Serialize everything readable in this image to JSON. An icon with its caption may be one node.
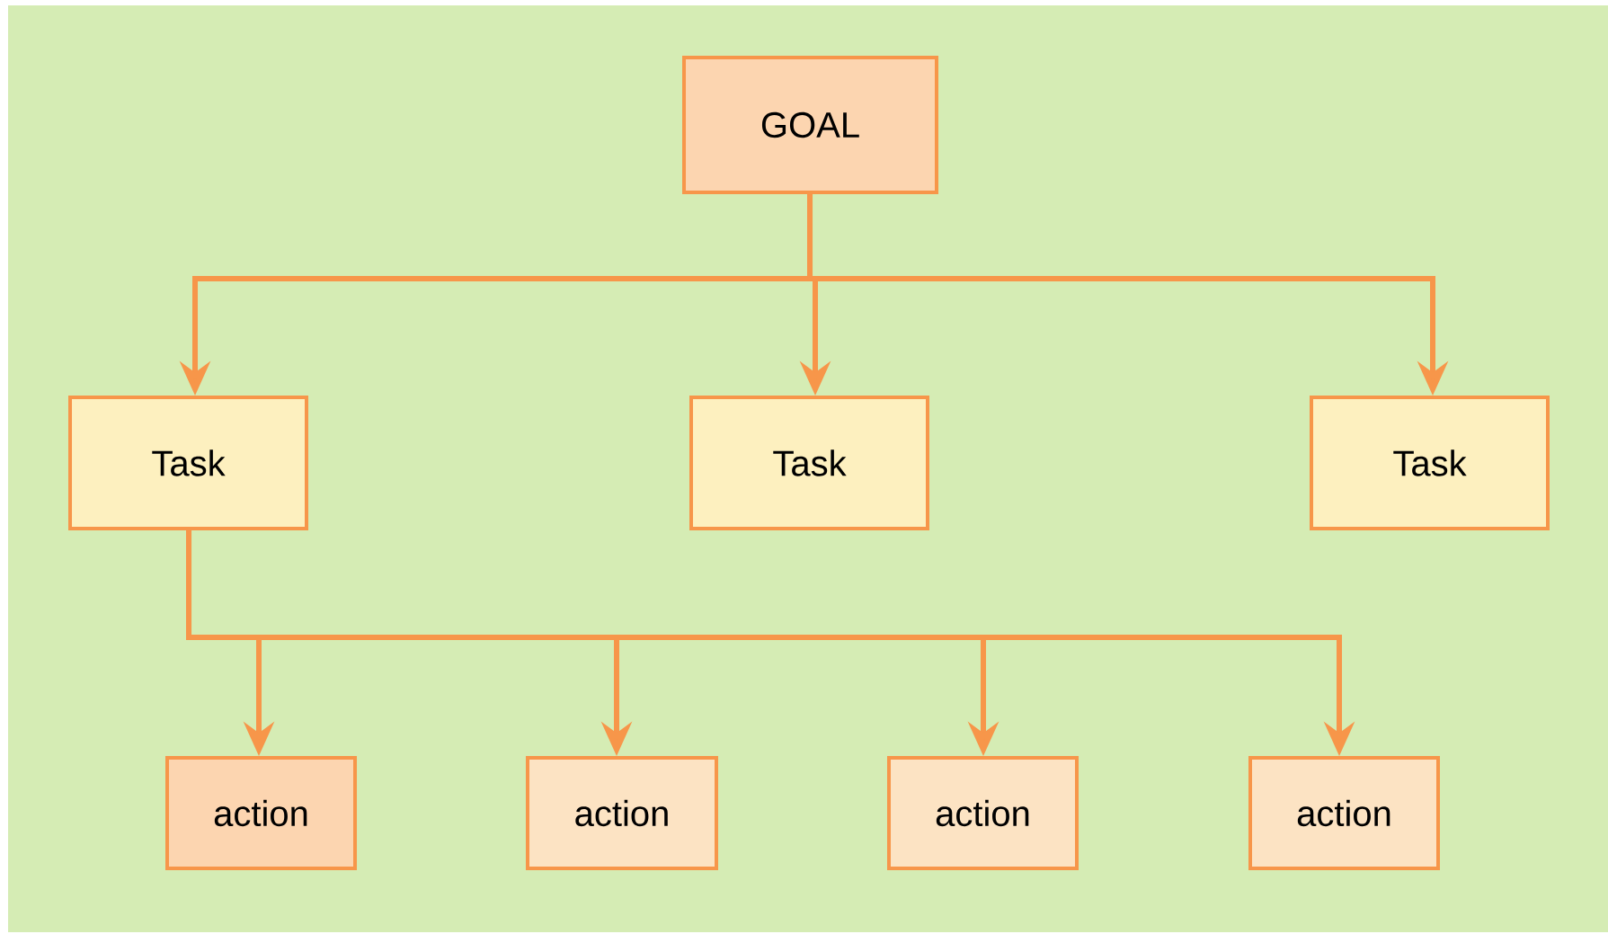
{
  "diagram": {
    "nodes": [
      {
        "text": [
          "GOAL"
        ]
      },
      {
        "text": [
          "Task"
        ]
      },
      {
        "text": [
          "Task"
        ]
      },
      {
        "text": [
          "Task"
        ]
      },
      {
        "text": [
          "action"
        ]
      },
      {
        "text": [
          "action"
        ]
      },
      {
        "text": [
          "action"
        ]
      },
      {
        "text": [
          "action"
        ]
      }
    ],
    "edges": [
      {
        "from": 0,
        "to": 1,
        "arrow": "to"
      },
      {
        "from": 0,
        "to": 2,
        "arrow": "to"
      },
      {
        "from": 0,
        "to": 3,
        "arrow": "to"
      },
      {
        "from": 1,
        "to": 4,
        "arrow": "to"
      },
      {
        "from": 1,
        "to": 5,
        "arrow": "to"
      },
      {
        "from": 1,
        "to": 6,
        "arrow": "to"
      },
      {
        "from": 1,
        "to": 7,
        "arrow": "to"
      }
    ]
  }
}
